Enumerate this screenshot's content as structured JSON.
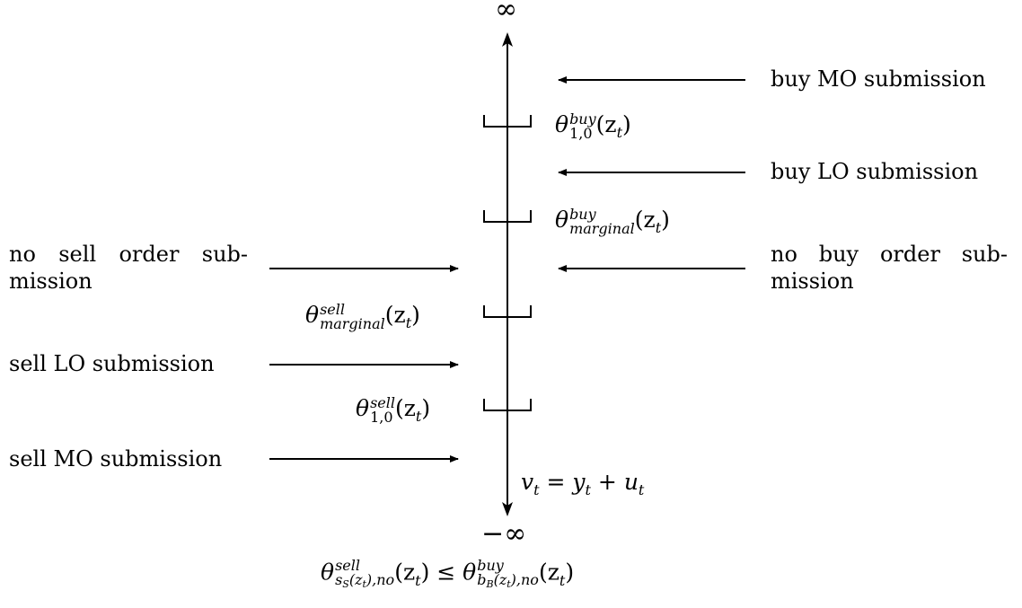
{
  "axis": {
    "top_label": "∞",
    "bottom_label": "−∞",
    "variable_label": "v",
    "variable_sub": "t",
    "equals": " = ",
    "y": "y",
    "y_sub": "t",
    "plus": " + ",
    "u": "u",
    "u_sub": "t"
  },
  "right_labels": [
    {
      "line1": "buy MO submission"
    },
    {
      "line1": "buy LO submission"
    },
    {
      "line1": "no buy order sub-",
      "line2": "mission"
    }
  ],
  "left_labels": [
    {
      "line1": "no sell order sub-",
      "line2": "mission"
    },
    {
      "line1": "sell LO submission"
    },
    {
      "line1": "sell MO submission"
    }
  ],
  "thresholds": {
    "theta": "θ",
    "arg": "(z",
    "arg_sub": "t",
    "close": ")",
    "buy_10": {
      "sup": "buy",
      "sub": "1,0"
    },
    "buy_marginal": {
      "sup": "buy",
      "sub": "marginal"
    },
    "sell_marginal": {
      "sup": "sell",
      "sub": "marginal"
    },
    "sell_10": {
      "sup": "sell",
      "sub": "1,0"
    }
  },
  "bottom_formula": {
    "left_sup": "sell",
    "left_sub": "s",
    "left_sub_sub": "S",
    "left_sub_rest": "(z",
    "left_sub_rest_sub": "t",
    "left_sub_tail": "),no",
    "leq": " ≤ ",
    "right_sup": "buy",
    "right_sub": "b",
    "right_sub_sub": "B",
    "right_sub_rest": "(z",
    "right_sub_rest_sub": "t",
    "right_sub_tail": "),no"
  }
}
